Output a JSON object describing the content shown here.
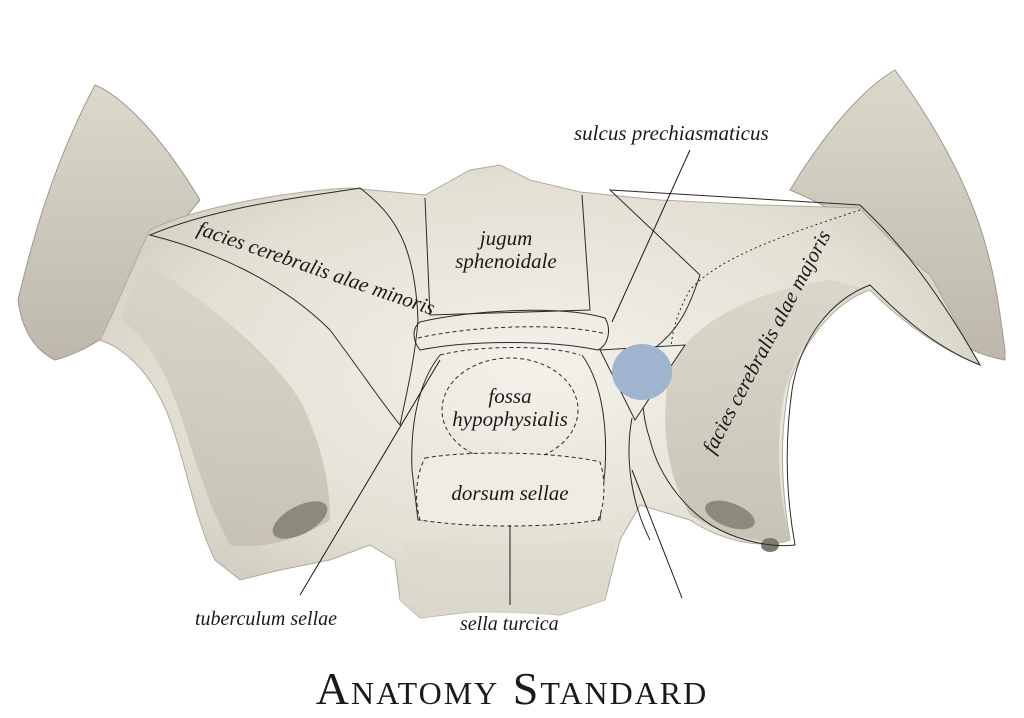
{
  "labels": {
    "sulcus_prechiasmaticus": "sulcus prechiasmaticus",
    "facies_cerebralis_alae_minoris": "facies cerebralis alae minoris",
    "jugum_line1": "jugum",
    "jugum_line2": "sphenoidale",
    "fossa_line1": "fossa",
    "fossa_line2": "hypophysialis",
    "dorsum_sellae": "dorsum sellae",
    "facies_cerebralis_alae_majoris": "facies cerebralis alae majoris",
    "tuberculum_sellae": "tuberculum sellae",
    "sella_turcica": "sella turcica"
  },
  "brand": "Anatomy Standard",
  "colors": {
    "bone": "#e9e6dc",
    "bone_shadow": "#cfcabd",
    "bone_dark": "#a9a497",
    "highlight": "#9fb4cf",
    "ink": "#1a1a1a"
  }
}
